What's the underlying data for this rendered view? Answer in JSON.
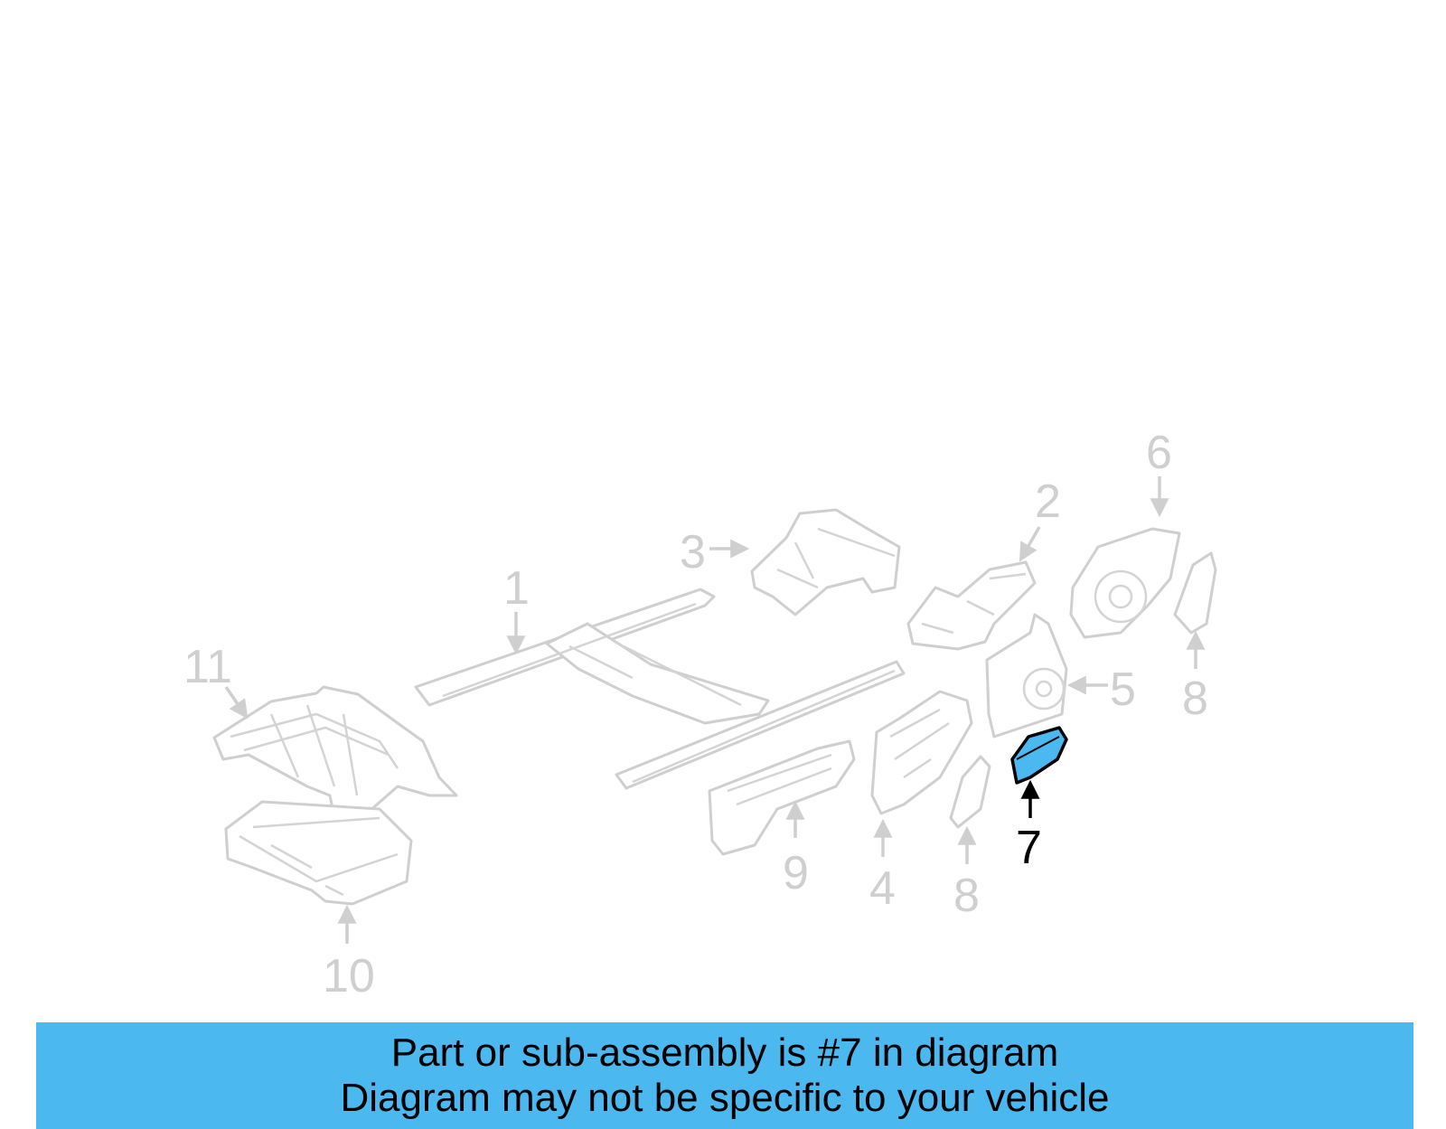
{
  "banner": {
    "line1": "Part or sub-assembly is #7 in diagram",
    "line2": "Diagram may not be specific to your vehicle"
  },
  "highlight_color": "#4bb8ef",
  "callouts": {
    "c1": "1",
    "c2": "2",
    "c3": "3",
    "c4": "4",
    "c5": "5",
    "c6": "6",
    "c7": "7",
    "c8a": "8",
    "c8b": "8",
    "c9": "9",
    "c10": "10",
    "c11": "11"
  }
}
